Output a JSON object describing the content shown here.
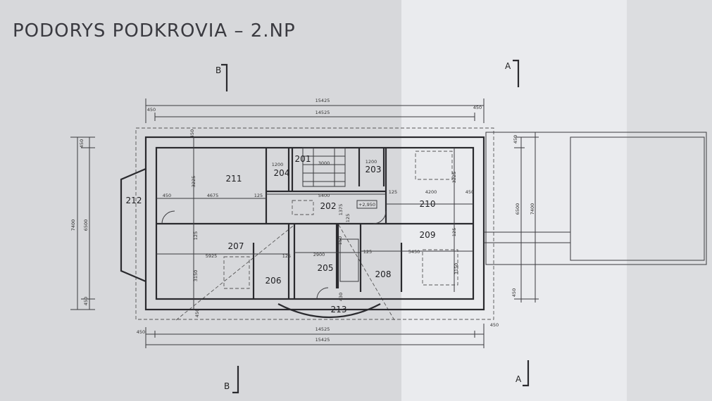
{
  "title": "PODORYS PODKROVIA – 2.NP",
  "section_marks": {
    "b_top": "B",
    "b_bottom": "B",
    "a_top": "A",
    "a_bottom": "A"
  },
  "rooms": {
    "r201": "201",
    "r202": "202",
    "r203": "203",
    "r204": "204",
    "r205": "205",
    "r206": "206",
    "r207": "207",
    "r208": "208",
    "r209": "209",
    "r210": "210",
    "r211": "211",
    "r212": "212",
    "r213": "213"
  },
  "level_mark": "+2,950",
  "dimensions": {
    "top_overall": "15425",
    "top_inner": "14525",
    "top_left": "450",
    "top_right": "450",
    "top_wall": "450",
    "left_total": "7400",
    "left_inner": "6500",
    "left_top": "450",
    "left_bottom": "450",
    "bottom_overall": "15425",
    "bottom_inner": "14525",
    "bottom_left": "450",
    "bottom_right": "450",
    "bottom_wall": "450",
    "right_inner": "6500",
    "right_total": "7400",
    "right_top": "450",
    "right_bottom": "450",
    "d211_h": "3225",
    "d211_l": "450",
    "d211_w": "4675",
    "d211_r": "125",
    "d204": "1200",
    "d201": "3000",
    "d203": "1200",
    "d202_w": "5400",
    "d202_h": "1375",
    "d202_125": "125",
    "d210_l": "125",
    "d210_w": "4200",
    "d210_r": "450",
    "d210_h": "3225",
    "d207_125": "125",
    "d207_w": "5925",
    "d207_r": "125",
    "d207_h": "3150",
    "d205_w": "2900",
    "d205_150": "150",
    "d205_430": "430",
    "d208_l": "125",
    "d209_w": "5450",
    "d209_h": "3150",
    "d209_125": "125"
  }
}
